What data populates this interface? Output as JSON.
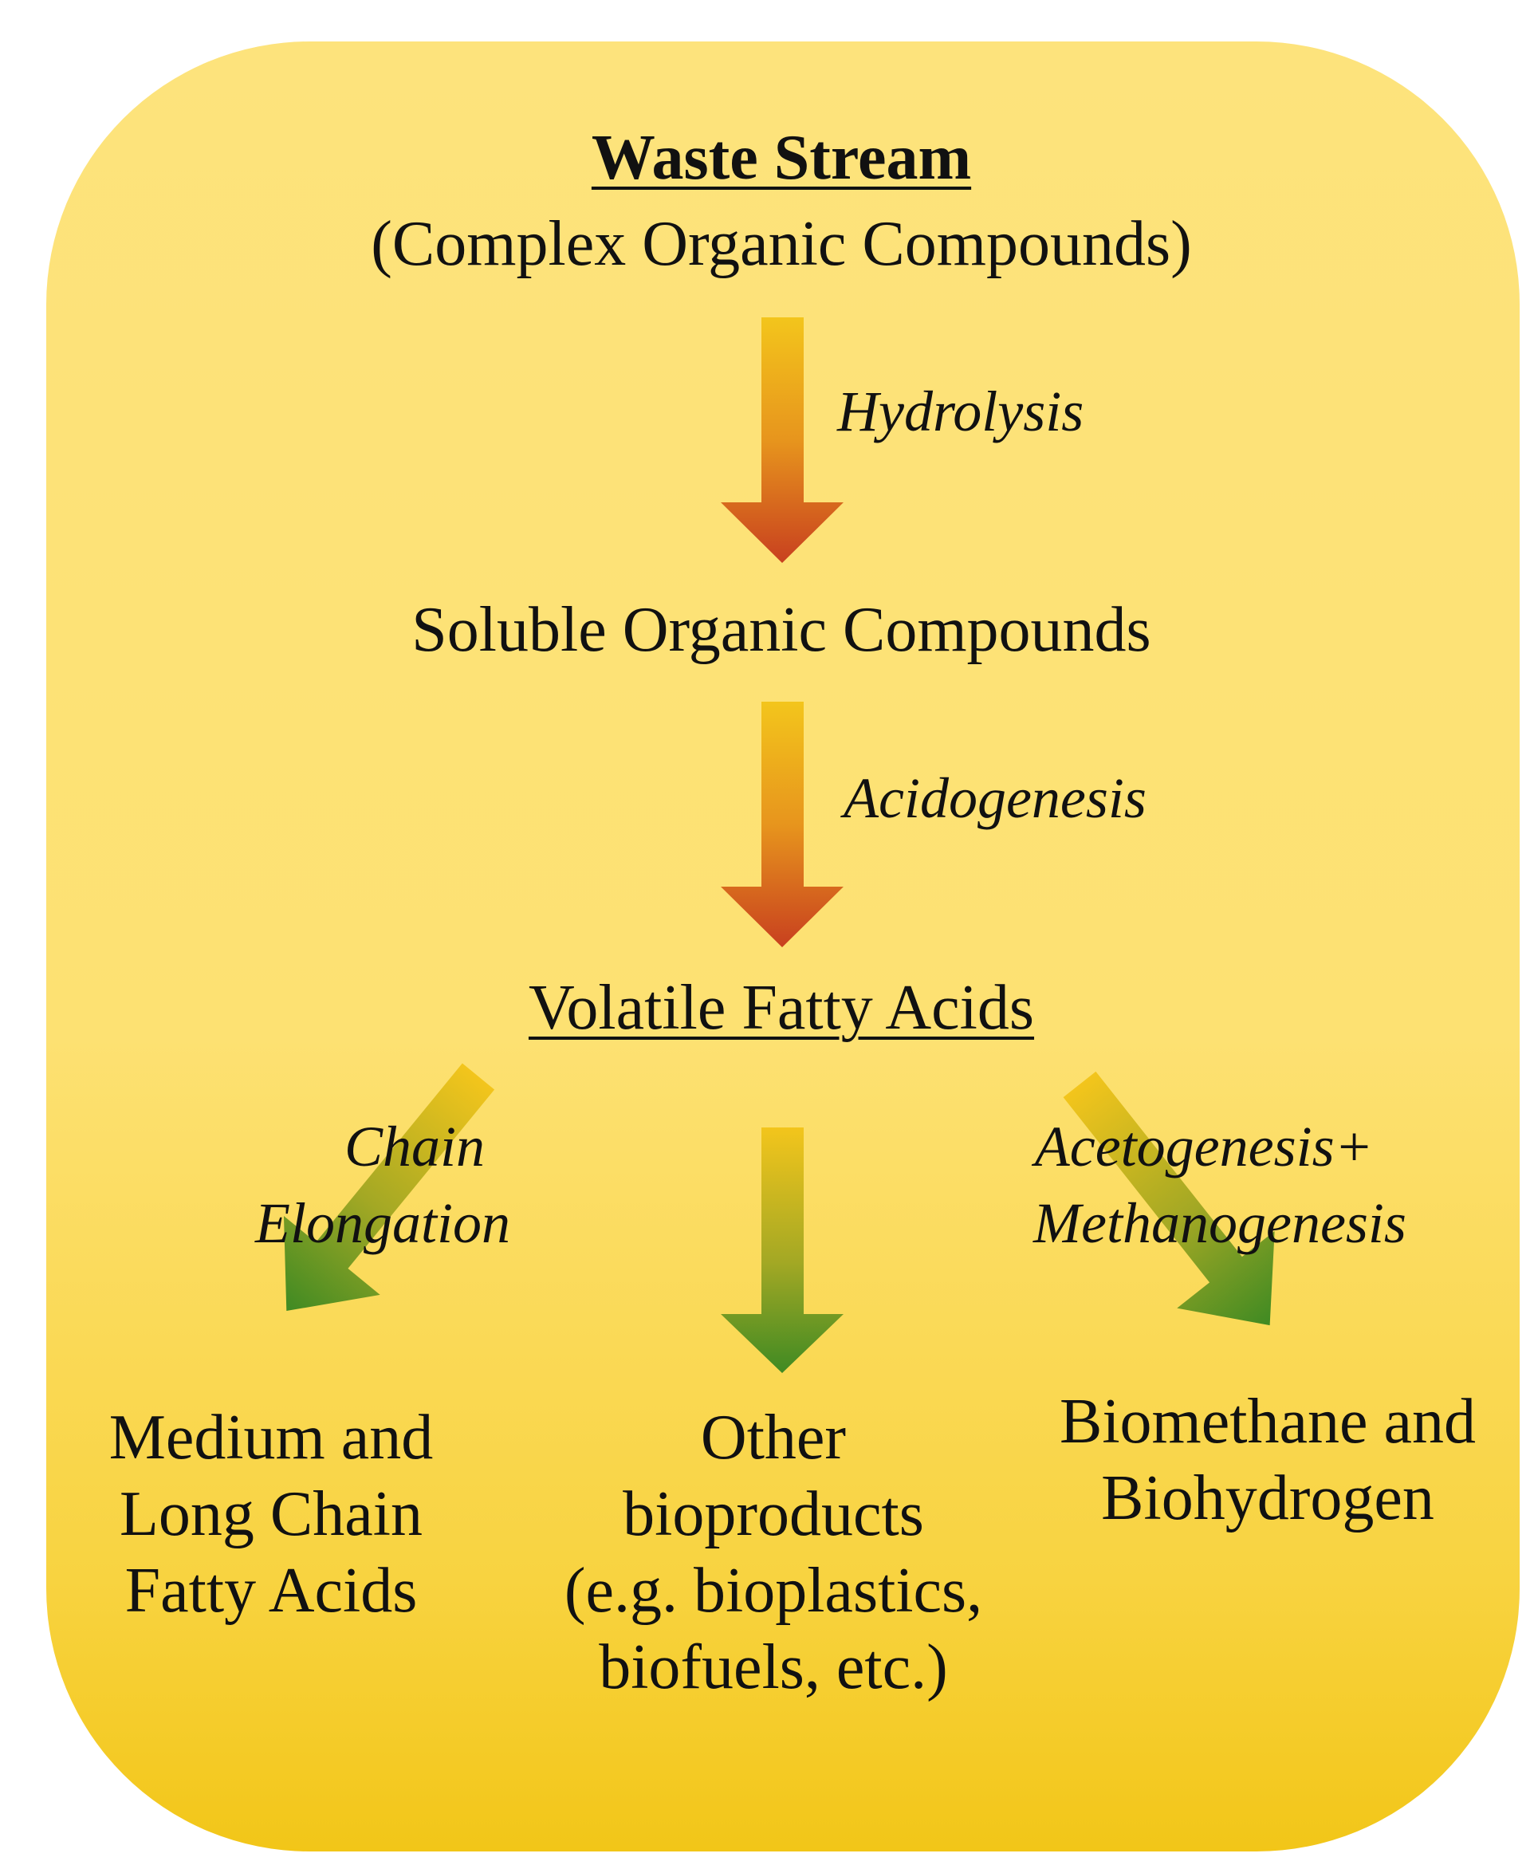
{
  "nodes": {
    "waste_stream": {
      "title": "Waste Stream",
      "subtitle": "(Complex Organic Compounds)"
    },
    "soluble": {
      "label": "Soluble Organic Compounds"
    },
    "vfa": {
      "label": "Volatile Fatty Acids"
    },
    "mclcfa": {
      "lines": [
        "Medium and",
        "Long Chain",
        "Fatty Acids"
      ]
    },
    "other": {
      "lines": [
        "Other",
        "bioproducts",
        "(e.g. bioplastics,",
        "biofuels, etc.)"
      ]
    },
    "biomethane": {
      "lines": [
        "Biomethane and",
        "Biohydrogen"
      ]
    }
  },
  "processes": {
    "hydrolysis": "Hydrolysis",
    "acidogenesis": "Acidogenesis",
    "chain_elongation": [
      "Chain",
      "Elongation"
    ],
    "aceto_methano": [
      "Acetogenesis+",
      "Methanogenesis"
    ]
  },
  "colors": {
    "panel_top": "#fde37c",
    "panel_bottom": "#f2c618",
    "arrow_start": "#f3c51c",
    "arrow_red_end": "#c8401f",
    "arrow_green_end": "#3f8a23"
  }
}
